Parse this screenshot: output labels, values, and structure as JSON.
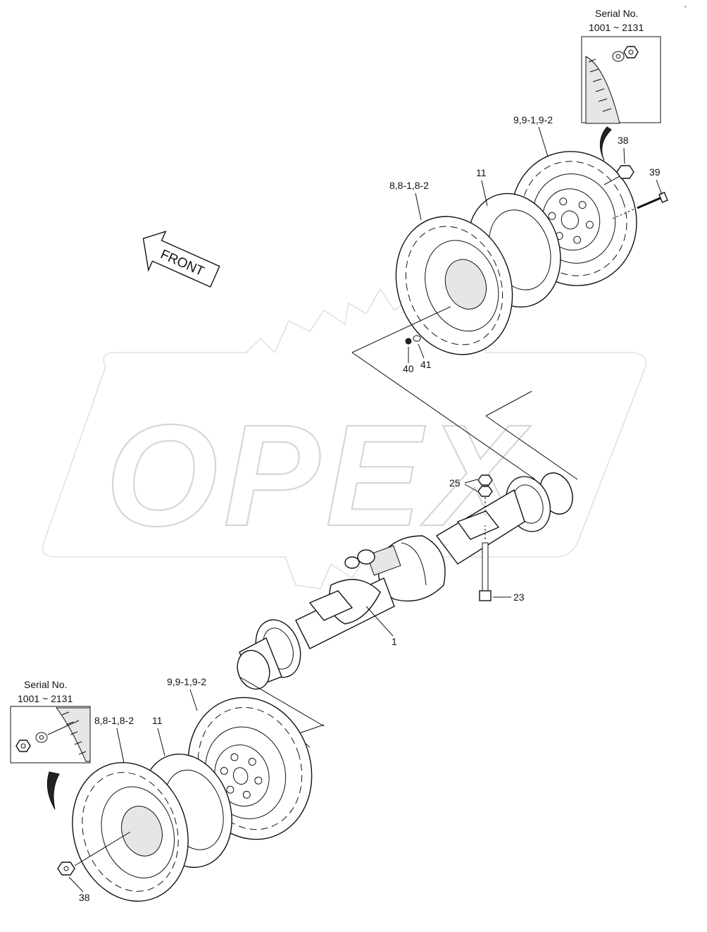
{
  "watermark": {
    "text": "OPEX",
    "color": "#c8c8c8"
  },
  "direction_label": "FRONT",
  "inset_top": {
    "title": "Serial No.",
    "range": "1001 ~ 2131"
  },
  "inset_bottom": {
    "title": "Serial No.",
    "range": "1001 ~ 2131"
  },
  "callouts": {
    "top_outer_wheel": "9,9-1,9-2",
    "top_nut": "38",
    "top_bolt": "39",
    "top_spacer": "11",
    "top_inner_wheel": "8,8-1,8-2",
    "top_nut_small": "40",
    "top_washer": "41",
    "axle_nuts": "25",
    "axle_bolt": "23",
    "axle": "1",
    "bottom_outer_wheel": "9,9-1,9-2",
    "bottom_spacer": "11",
    "bottom_inner_wheel": "8,8-1,8-2",
    "bottom_nut": "38"
  }
}
